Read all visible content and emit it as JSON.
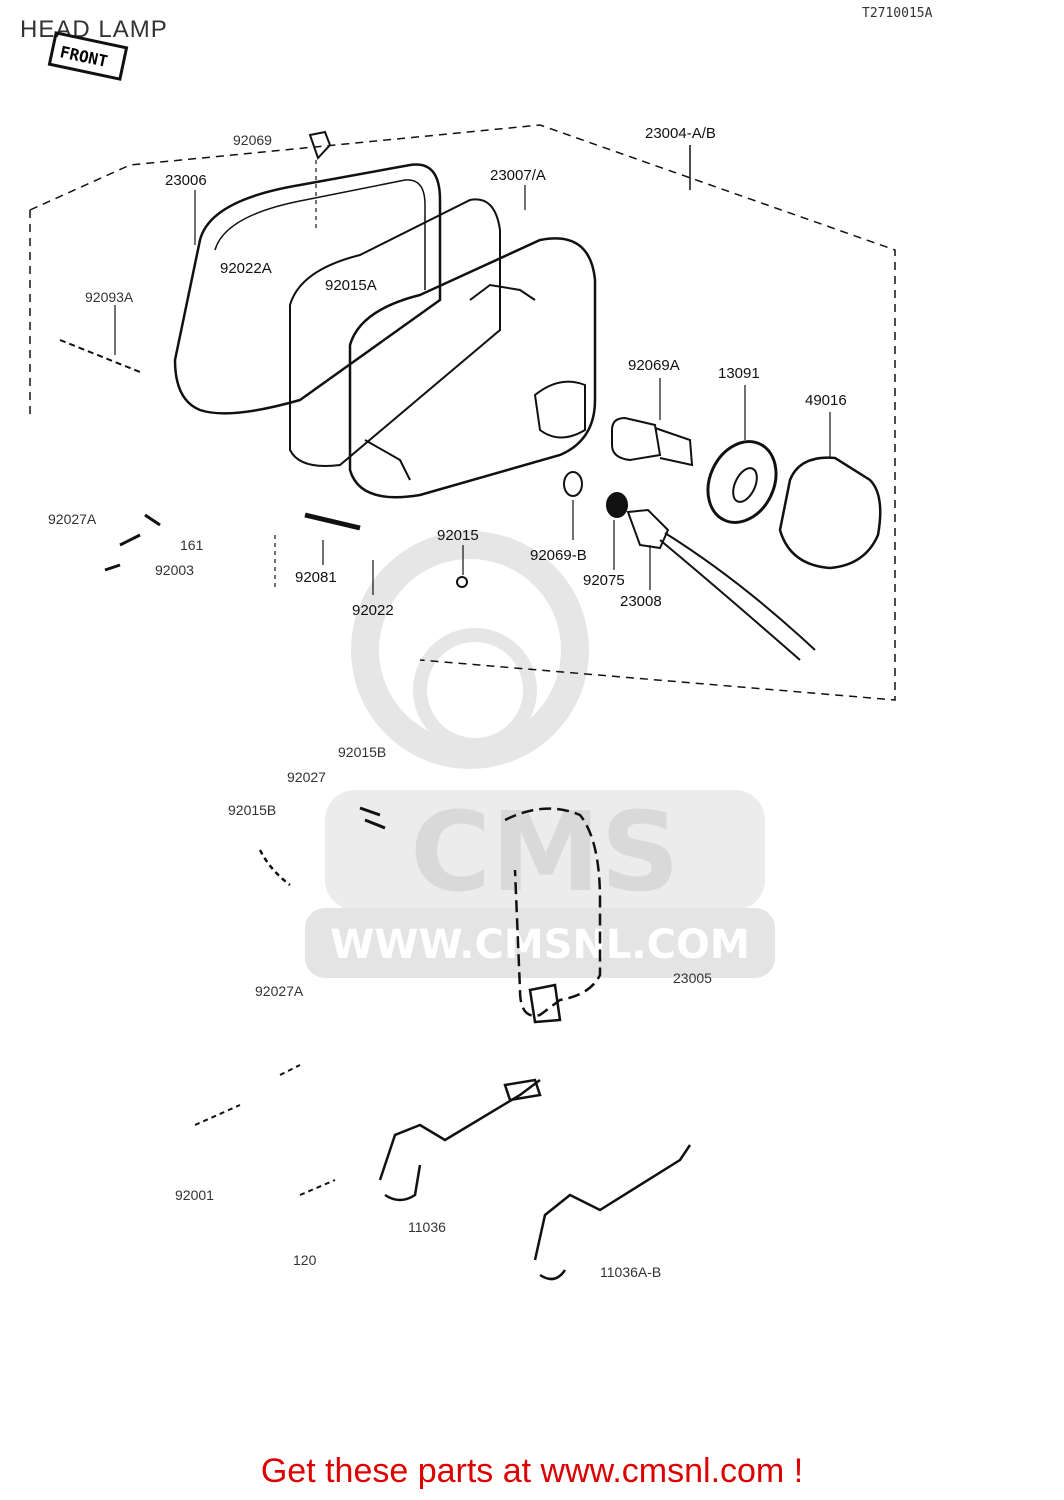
{
  "page": {
    "title": "HEAD LAMP",
    "ref_code": "T2710015A",
    "footer_link": "Get these parts at www.cmsnl.com !"
  },
  "watermark": {
    "logo_text": "CMS",
    "url_text": "WWW.CMSNL.COM"
  },
  "diagram": {
    "front_marker": "FRONT",
    "part_labels": {
      "p23004": "23004-A/B",
      "p23007": "23007/A",
      "p23006": "23006",
      "p92069_top": "92069",
      "p92022A": "92022A",
      "p92015A": "92015A",
      "p92069A": "92069A",
      "p13091": "13091",
      "p49016": "49016",
      "p92093A": "92093A",
      "p92027A": "92027A",
      "p161": "161",
      "p92003": "92003",
      "p92081": "92081",
      "p92022": "92022",
      "p92015": "92015",
      "p92069B": "92069-B",
      "p92075": "92075",
      "p23008": "23008",
      "p92015B_a": "92015B",
      "p92027": "92027",
      "p92015B_b": "92015B",
      "p23005": "23005",
      "p92027A_low": "92027A",
      "p92001": "92001",
      "p11036": "11036",
      "p11036AB": "11036A-B",
      "p120": "120"
    }
  },
  "colors": {
    "footer_red": "#dd0000",
    "watermark_gray": "#d9d9d9",
    "line_black": "#111111"
  }
}
